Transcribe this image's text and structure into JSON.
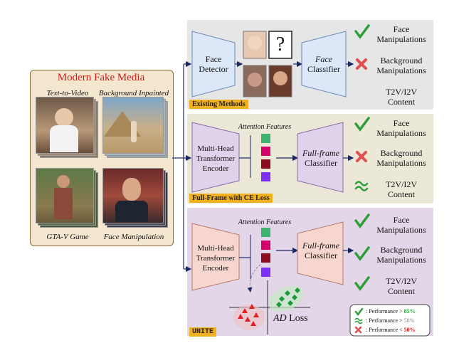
{
  "left_panel": {
    "title": "Modern Fake Media",
    "captions": [
      "Text-to-Video",
      "Background Inpainted",
      "GTA-V Game",
      "Face Manipulation"
    ]
  },
  "existing": {
    "tag": "Existing Methods",
    "detector": "Face Detector",
    "classifier_italic": "Face",
    "classifier": "Classifier",
    "question": "?"
  },
  "fullframe": {
    "tag": "Full-Frame with CE Loss",
    "attention_title": "Attention Features",
    "encoder": "Multi-Head Transformer Encoder",
    "classifier_italic": "Full-frame",
    "classifier": "Classifier"
  },
  "unite": {
    "tag": "UNITE",
    "attention_title": "Attention Features",
    "encoder": "Multi-Head Transformer Encoder",
    "classifier_italic": "Full-frame",
    "classifier": "Classifier",
    "ad_label_italic": "AD",
    "ad_label": "Loss"
  },
  "results": {
    "face": "Face Manipulations",
    "background": "Background Manipulations",
    "t2v": "T2V/I2V Content"
  },
  "legend": {
    "label": "Performance",
    "high": "85%",
    "mid": "50%",
    "low": "50%"
  },
  "colors": {
    "check": "#2e9e3a",
    "cross": "#e05050",
    "left_panel_bg": "#f3e7cf",
    "existing_bg": "#e6e6e6",
    "fullframe_bg": "#ece8d8",
    "unite_bg": "#e2d6e8",
    "detector_fill": "#dce8f7",
    "encoder_fill": "#e0d2ea",
    "unite_fill": "#f6d6ce",
    "tag": "#f0b020",
    "attn": [
      "#3cb371",
      "#d4006a",
      "#8b0a1e",
      "#7b2ff7"
    ]
  }
}
